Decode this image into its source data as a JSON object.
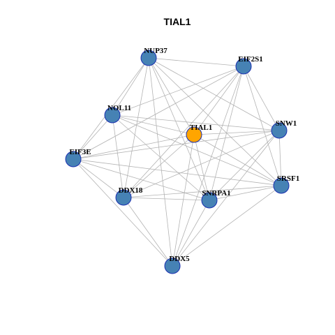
{
  "graph": {
    "title": "TIAL1",
    "colors": {
      "node_default": "#4682b4",
      "node_highlight": "#ffa500",
      "node_border": "#1a2fb0",
      "edge": "#b3b3b3"
    },
    "nodes": [
      {
        "id": "NUP37",
        "label": "NUP37",
        "highlight": false
      },
      {
        "id": "EIF2S1",
        "label": "EIF2S1",
        "highlight": false
      },
      {
        "id": "NOL11",
        "label": "NOL11",
        "highlight": false
      },
      {
        "id": "TIAL1",
        "label": "TIAL1",
        "highlight": true
      },
      {
        "id": "SNW1",
        "label": "SNW1",
        "highlight": false
      },
      {
        "id": "EIF3E",
        "label": "EIF3E",
        "highlight": false
      },
      {
        "id": "DDX18",
        "label": "DDX18",
        "highlight": false
      },
      {
        "id": "SNRPA1",
        "label": "SNRPA1",
        "highlight": false
      },
      {
        "id": "SRSF1",
        "label": "SRSF1",
        "highlight": false
      },
      {
        "id": "DDX5",
        "label": "DDX5",
        "highlight": false
      }
    ],
    "edges": [
      [
        "NUP37",
        "EIF2S1"
      ],
      [
        "NUP37",
        "NOL11"
      ],
      [
        "NUP37",
        "EIF3E"
      ],
      [
        "NUP37",
        "DDX18"
      ],
      [
        "NUP37",
        "TIAL1"
      ],
      [
        "NUP37",
        "SNRPA1"
      ],
      [
        "NUP37",
        "SNW1"
      ],
      [
        "NUP37",
        "SRSF1"
      ],
      [
        "NUP37",
        "DDX5"
      ],
      [
        "EIF2S1",
        "NOL11"
      ],
      [
        "EIF2S1",
        "EIF3E"
      ],
      [
        "EIF2S1",
        "TIAL1"
      ],
      [
        "EIF2S1",
        "SNW1"
      ],
      [
        "EIF2S1",
        "SRSF1"
      ],
      [
        "EIF2S1",
        "SNRPA1"
      ],
      [
        "EIF2S1",
        "DDX18"
      ],
      [
        "EIF2S1",
        "DDX5"
      ],
      [
        "NOL11",
        "EIF3E"
      ],
      [
        "NOL11",
        "TIAL1"
      ],
      [
        "NOL11",
        "SNW1"
      ],
      [
        "NOL11",
        "DDX18"
      ],
      [
        "NOL11",
        "SNRPA1"
      ],
      [
        "NOL11",
        "SRSF1"
      ],
      [
        "EIF3E",
        "TIAL1"
      ],
      [
        "EIF3E",
        "SNW1"
      ],
      [
        "EIF3E",
        "DDX18"
      ],
      [
        "EIF3E",
        "SNRPA1"
      ],
      [
        "EIF3E",
        "SRSF1"
      ],
      [
        "EIF3E",
        "DDX5"
      ],
      [
        "TIAL1",
        "SNW1"
      ],
      [
        "TIAL1",
        "DDX18"
      ],
      [
        "TIAL1",
        "SNRPA1"
      ],
      [
        "TIAL1",
        "SRSF1"
      ],
      [
        "TIAL1",
        "DDX5"
      ],
      [
        "SNW1",
        "SRSF1"
      ],
      [
        "SNW1",
        "DDX18"
      ],
      [
        "SNW1",
        "SNRPA1"
      ],
      [
        "SNW1",
        "DDX5"
      ],
      [
        "DDX18",
        "SNRPA1"
      ],
      [
        "DDX18",
        "SRSF1"
      ],
      [
        "DDX18",
        "DDX5"
      ],
      [
        "SNRPA1",
        "SRSF1"
      ],
      [
        "SNRPA1",
        "DDX5"
      ],
      [
        "SRSF1",
        "DDX5"
      ]
    ]
  }
}
